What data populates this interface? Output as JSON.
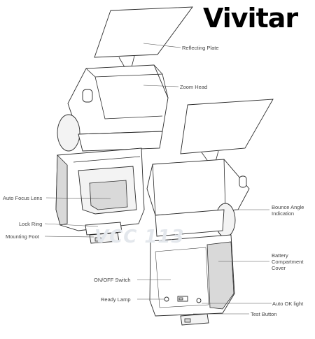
{
  "brand": {
    "logo_text": "Vivitar"
  },
  "watermark": {
    "text": "VCC 113"
  },
  "labels": {
    "reflecting_plate": "Reflecting Plate",
    "zoom_head": "Zoom Head",
    "auto_focus_lens": "Auto Focus Lens",
    "lock_ring": "Lock Ring",
    "mounting_foot": "Mounting Foot",
    "bounce_angle_line1": "Bounce Angle",
    "bounce_angle_line2": "Indication",
    "battery_line1": "Battery",
    "battery_line2": "Compartment",
    "battery_line3": "Cover",
    "on_off_switch": "ON/OFF Switch",
    "ready_lamp": "Ready Lamp",
    "auto_ok_light": "Auto OK light",
    "test_button": "Test Button"
  },
  "colors": {
    "line": "#2b2b2b",
    "label_text": "#444444",
    "shade": "#d9d9d9"
  }
}
